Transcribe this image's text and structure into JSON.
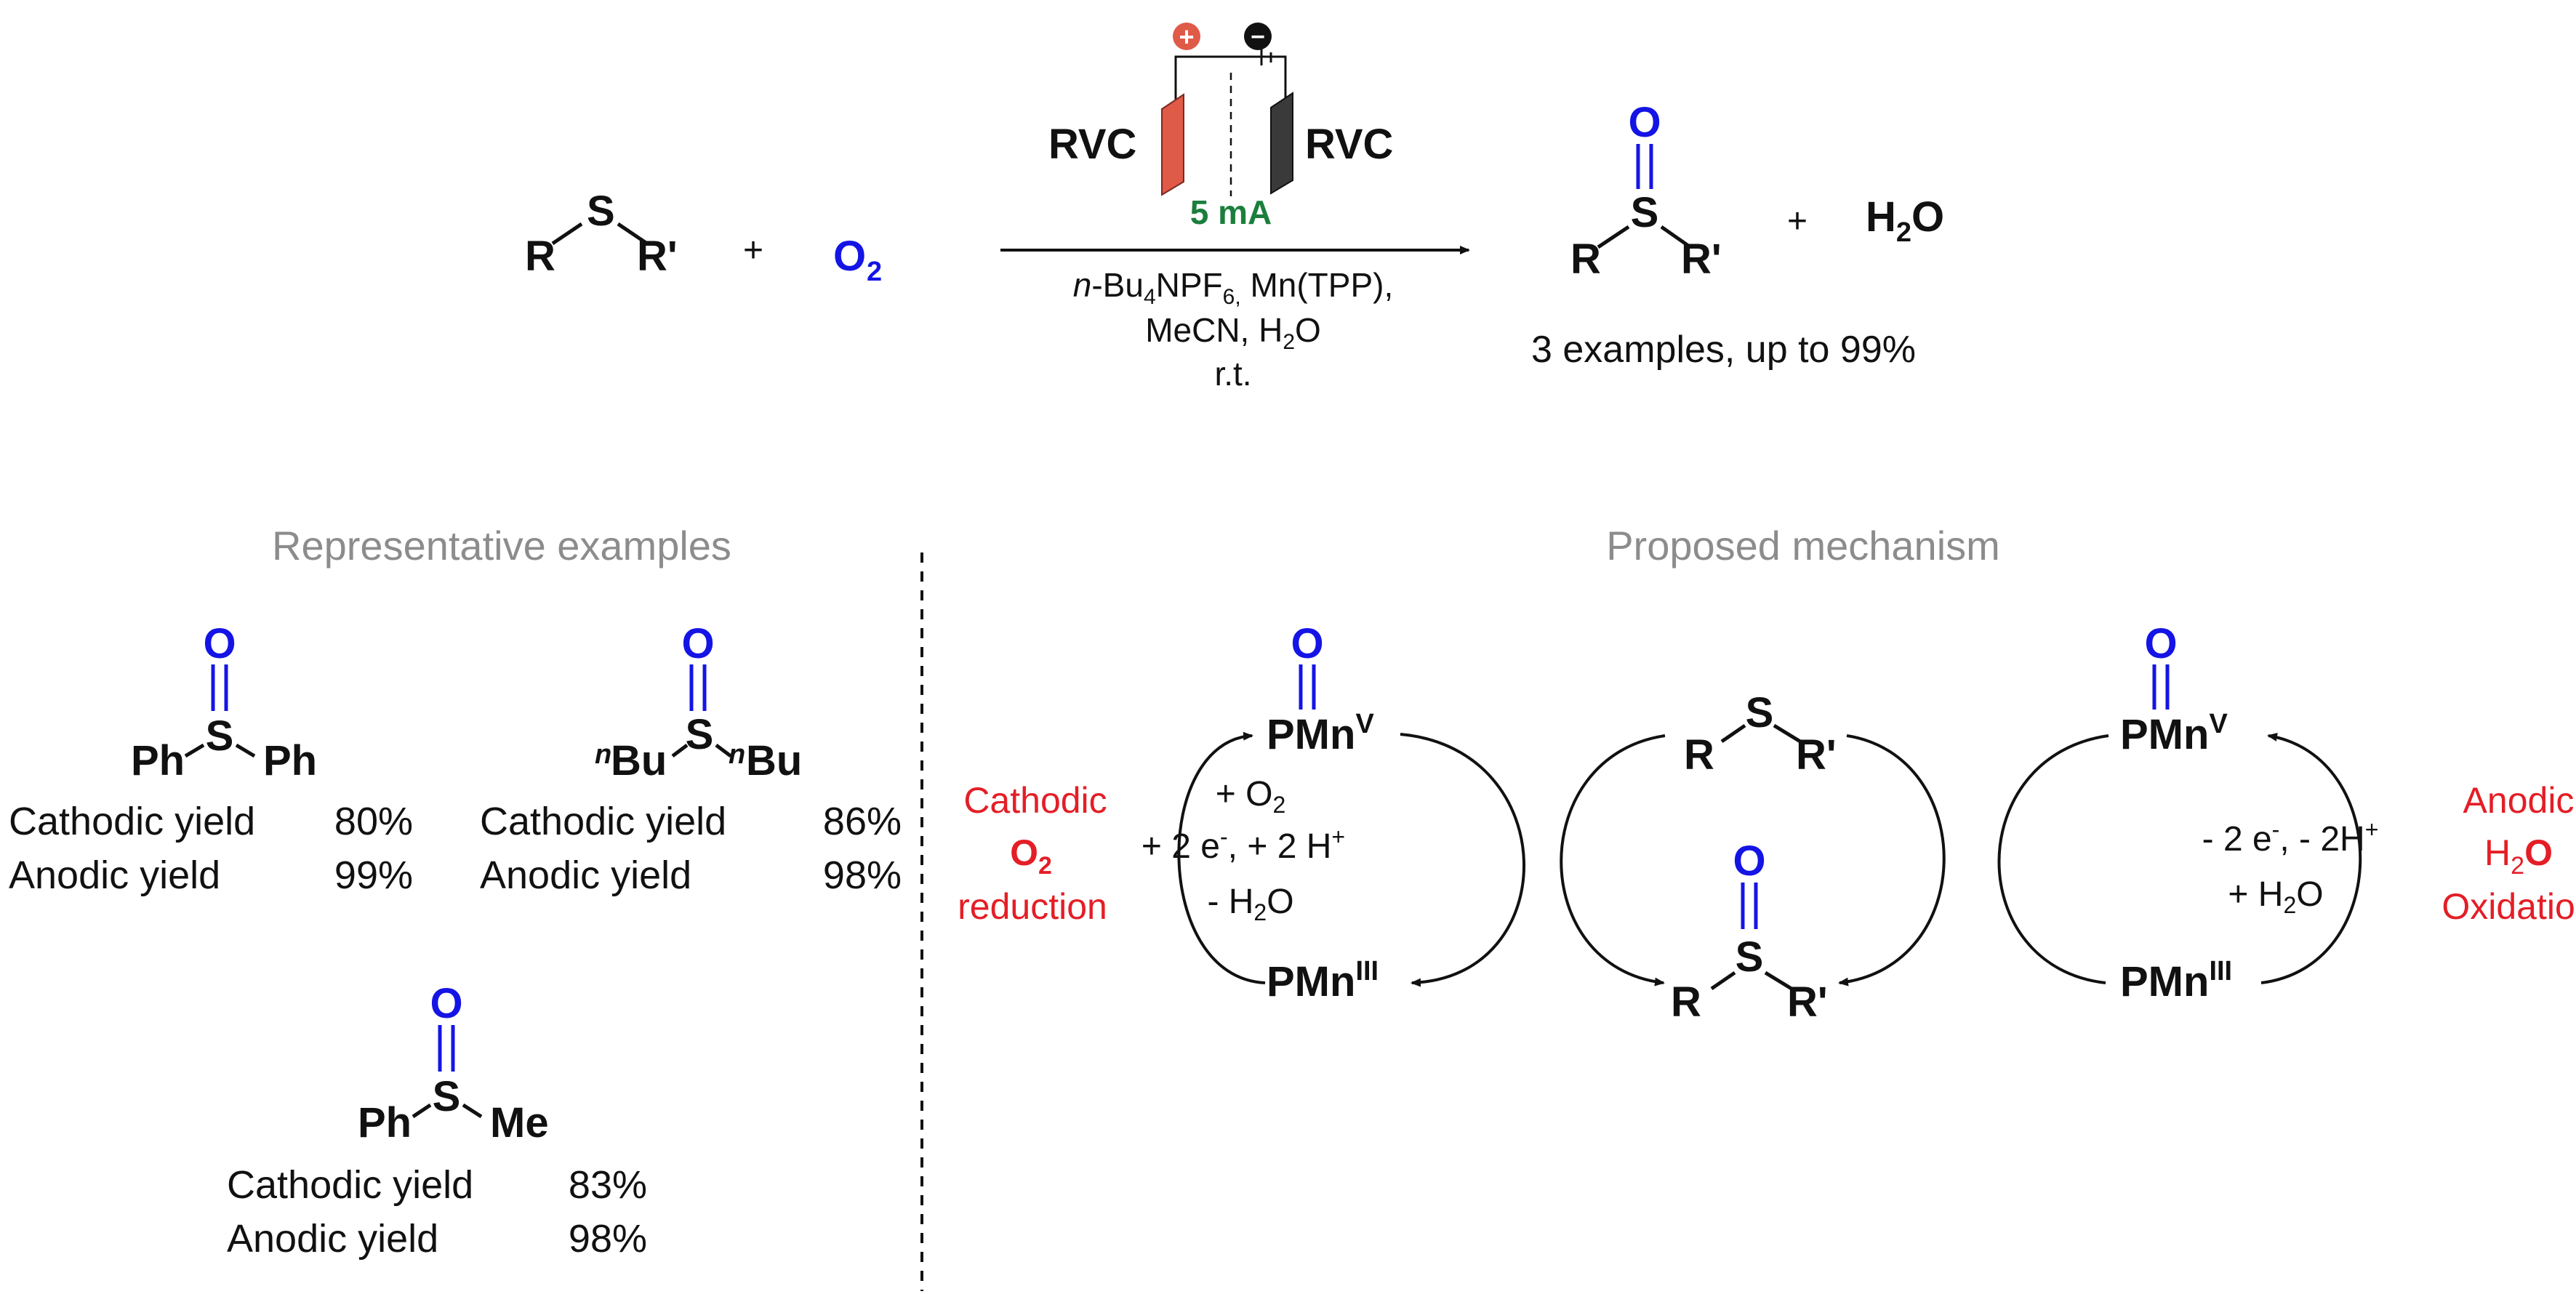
{
  "reaction": {
    "reactant_R": "R",
    "reactant_S": "S",
    "reactant_Rp": "R'",
    "plus": "+",
    "oxygen": "O",
    "oxygen_sub": "2",
    "electrode_left": "RVC",
    "electrode_right": "RVC",
    "anode_sign": "+",
    "cathode_sign": "−",
    "current": "5 mA",
    "cond_n": "n",
    "cond_bu": "-Bu",
    "cond_bu_sub": "4",
    "cond_npf": "NPF",
    "cond_npf_sub": "6,",
    "cond_mn": " Mn(TPP),",
    "cond_line2a": "MeCN, H",
    "cond_line2_sub": "2",
    "cond_line2b": "O",
    "cond_line3": "r.t.",
    "product_O": "O",
    "product_S": "S",
    "product_R": "R",
    "product_Rp": "R'",
    "water_H": "H",
    "water_sub": "2",
    "water_O": "O",
    "summary": "3 examples, up to 99%"
  },
  "examples": {
    "heading": "Representative examples",
    "items": [
      {
        "O": "O",
        "S": "S",
        "left": "Ph",
        "right": "Ph",
        "cathodic_label": "Cathodic yield",
        "cathodic": "80%",
        "anodic_label": "Anodic yield",
        "anodic": "99%"
      },
      {
        "O": "O",
        "S": "S",
        "left_sup": "n",
        "left": "Bu",
        "right_sup": "n",
        "right": "Bu",
        "cathodic_label": "Cathodic yield",
        "cathodic": "86%",
        "anodic_label": "Anodic yield",
        "anodic": "98%"
      },
      {
        "O": "O",
        "S": "S",
        "left": "Ph",
        "right": "Me",
        "cathodic_label": "Cathodic yield",
        "cathodic": "83%",
        "anodic_label": "Anodic yield",
        "anodic": "98%"
      }
    ]
  },
  "mechanism": {
    "heading": "Proposed mechanism",
    "pmn_v": "PMn",
    "pmn_v_sup": "V",
    "pmn_iii": "PMn",
    "pmn_iii_sup": "III",
    "oxo": "O",
    "left_label_1": "Cathodic",
    "left_label_2a": "O",
    "left_label_2sub": "2",
    "left_label_3": "reduction",
    "left_cond_1a": "+ O",
    "left_cond_1sub": "2",
    "left_cond_2a": "+ 2 e",
    "left_cond_2sup": "-",
    "left_cond_2b": ", + 2 H",
    "left_cond_2sup2": "+",
    "left_cond_3a": "- H",
    "left_cond_3sub": "2",
    "left_cond_3b": "O",
    "right_cond_1a": "- 2 e",
    "right_cond_1sup": "-",
    "right_cond_1b": ", - 2H",
    "right_cond_1sup2": "+",
    "right_cond_2a": "+ H",
    "right_cond_2sub": "2",
    "right_cond_2b": "O",
    "right_label_1": "Anodic",
    "right_label_2a": "H",
    "right_label_2sub": "2",
    "right_label_2b": "O",
    "right_label_3": "Oxidation",
    "sulfide_R": "R",
    "sulfide_S": "S",
    "sulfide_Rp": "R'",
    "sulfoxide_O": "O",
    "sulfoxide_S": "S",
    "sulfoxide_R": "R",
    "sulfoxide_Rp": "R'"
  },
  "colors": {
    "heteroatom_blue": "#1414e6",
    "label_red": "#e41e26",
    "current_green": "#1a7f3c",
    "heading_grey": "#8c8c8c",
    "anode_fill": "#e05a48",
    "cathode_fill": "#3a3a3a"
  }
}
